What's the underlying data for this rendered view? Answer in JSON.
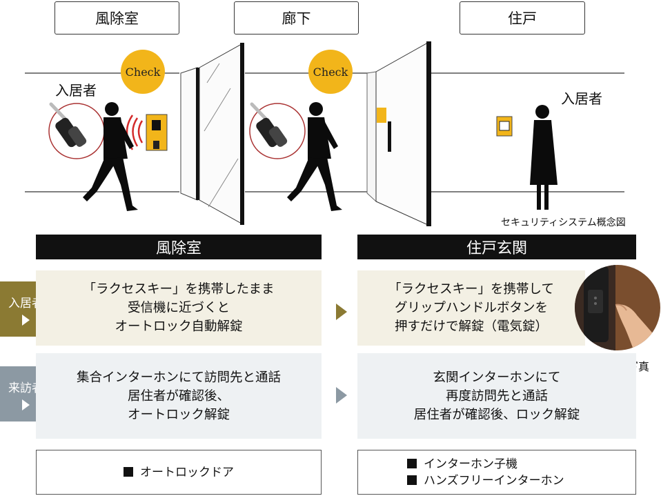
{
  "tabs": [
    "風除室",
    "廊下",
    "住戸"
  ],
  "check_label": "Check",
  "resident_label": "入居者",
  "concept_caption": "セキュリティシステム概念図",
  "section_headers": [
    "風除室",
    "住戸玄関"
  ],
  "rows": [
    {
      "label": "入居者",
      "left_lines": [
        "「ラクセスキー」を携帯したまま",
        "受信機に近づくと",
        "オートロック自動解錠"
      ],
      "right_lines": [
        "「ラクセスキー」を携帯して",
        "グリップハンドルボタンを",
        "押すだけで解錠（電気錠）"
      ]
    },
    {
      "label": "来訪者",
      "left_lines": [
        "集合インターホンにて訪問先と通話",
        "居住者が確認後、",
        "オートロック解錠"
      ],
      "right_lines": [
        "玄関インターホンにて",
        "再度訪問先と通話",
        "居住者が確認後、ロック解錠"
      ]
    }
  ],
  "photo_caption": "参考写真",
  "equipment": {
    "left": [
      "オートロックドア"
    ],
    "right": [
      "インターホン子機",
      "ハンズフリーインターホン"
    ]
  },
  "colors": {
    "check_circle": "#f2b51a",
    "resident_side": "#8b7a33",
    "visitor_side": "#8c99a3",
    "resident_panel": "#f3f0e4",
    "visitor_panel": "#eef1f3"
  }
}
